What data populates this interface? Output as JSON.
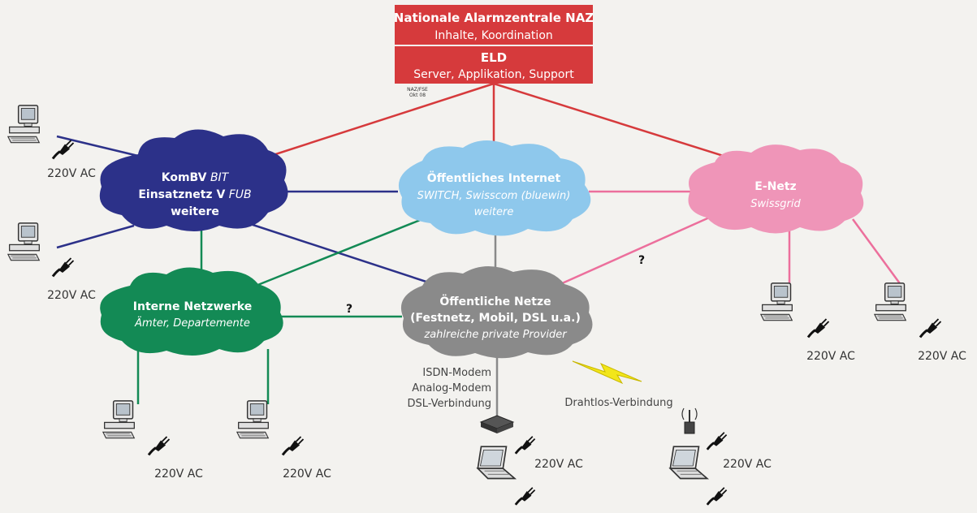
{
  "naz": {
    "title": "Nationale Alarmzentrale NAZ",
    "subtitle": "Inhalte, Koordination",
    "eld_title": "ELD",
    "eld_subtitle": "Server, Applikation, Support",
    "stamp_line1": "NAZ/FSE",
    "stamp_line2": "Okt 08",
    "color": "#d63a3c"
  },
  "clouds": {
    "kombv": {
      "line1_bold": "KomBV",
      "line1_italic": "BIT",
      "line2_bold": "Einsatznetz V",
      "line2_italic": "FUB",
      "line3": "weitere",
      "color": "#2c3189"
    },
    "internet": {
      "title": "Öffentliches Internet",
      "line2": "SWITCH, Swisscom (bluewin)",
      "line3": "weitere",
      "color": "#8ec8ec"
    },
    "enetz": {
      "title": "E-Netz",
      "line2": "Swissgrid",
      "color": "#ef95b8"
    },
    "intern": {
      "title": "Interne Netzwerke",
      "line2": "Ämter, Departemente",
      "color": "#138a55"
    },
    "oeffentlich": {
      "title": "Öffentliche Netze",
      "line2": "(Festnetz, Mobil, DSL u.a.)",
      "line3": "zahlreiche private Provider",
      "color": "#8a8a8a"
    }
  },
  "labels": {
    "power": "220V AC",
    "question": "?",
    "isdn": "ISDN-Modem",
    "analog": "Analog-Modem",
    "dsl": "DSL-Verbindung",
    "wireless": "Drahtlos-Verbindung"
  },
  "line_colors": {
    "red": "#d63a3c",
    "navy": "#2c3189",
    "green": "#138a55",
    "pink": "#ec6f9c",
    "gray": "#8a8a8a"
  }
}
